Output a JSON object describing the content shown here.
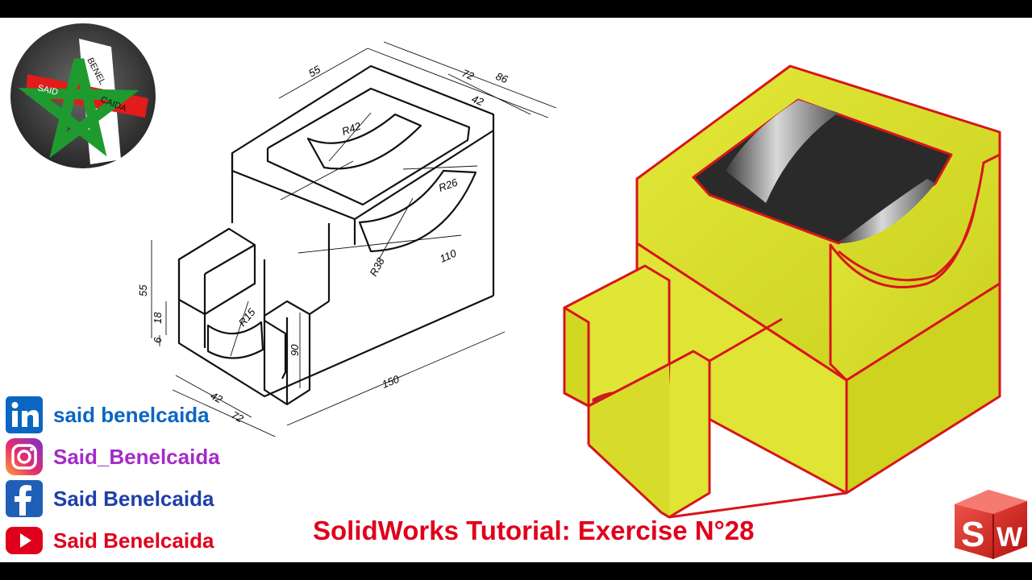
{
  "logo": {
    "icon": "pentagram-star-icon",
    "band_red_text": "SAID",
    "band_white_text": "BENEL",
    "band_red_text_2": "CAIDA",
    "colors": {
      "red": "#e21b1b",
      "green": "#1f9a2f",
      "white": "#ffffff"
    }
  },
  "drawing": {
    "dimensions": {
      "d55_top": "55",
      "d72_top": "72",
      "d86": "86",
      "d42_top": "42",
      "r42": "R42",
      "r26": "R26",
      "r38": "R38",
      "d110": "110",
      "d55_left": "55",
      "d18": "18",
      "d6": "6",
      "r15": "R15",
      "d90": "90",
      "d150": "150",
      "d42_bottom": "42",
      "d72_bottom": "72"
    }
  },
  "model": {
    "colors": {
      "body": "#dce12a",
      "edge": "#d8141b",
      "bore": "#7a7a7a"
    }
  },
  "socials": [
    {
      "network": "linkedin-icon",
      "label": "said benelcaida",
      "color": "#0a66c2"
    },
    {
      "network": "instagram-icon",
      "label": "Said_Benelcaida",
      "color": "#a42bc9"
    },
    {
      "network": "facebook-icon",
      "label": "Said Benelcaida",
      "color": "#1f3fa8"
    },
    {
      "network": "youtube-icon",
      "label": "Said Benelcaida",
      "color": "#e0001b"
    }
  ],
  "title": "SolidWorks Tutorial: Exercise N°28",
  "sw_logo": {
    "letter_s": "S",
    "letter_w": "W",
    "color": "#e0241e"
  }
}
